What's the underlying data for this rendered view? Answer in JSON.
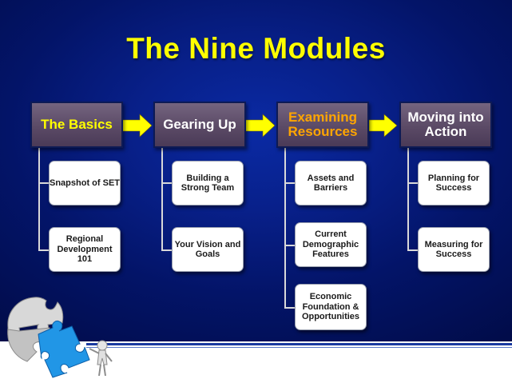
{
  "slide": {
    "title": "The Nine Modules",
    "colors": {
      "title": "#ffff00",
      "background": "#031468",
      "module_box": "#5b4a66",
      "module_text_yellow": "#ffff00",
      "module_text_white": "#ffffff",
      "module_text_orange": "#ffa500",
      "connector_arrow": "#ffff00",
      "sub_box": "#ffffff"
    },
    "modules": [
      {
        "label": "The Basics",
        "color": "#ffff00",
        "items": [
          "Snapshot of SET",
          "Regional Development 101"
        ]
      },
      {
        "label": "Gearing Up",
        "color": "#ffffff",
        "items": [
          "Building a Strong Team",
          "Your Vision and Goals"
        ]
      },
      {
        "label": "Examining Resources",
        "color": "#ffa500",
        "items": [
          "Assets and Barriers",
          "Current Demographic Features",
          "Economic Foundation & Opportunities"
        ]
      },
      {
        "label": "Moving into Action",
        "color": "#ffffff",
        "items": [
          "Planning for Success",
          "Measuring for Success"
        ]
      }
    ],
    "decoration": {
      "icon": "puzzle-pieces-figure-icon"
    }
  }
}
